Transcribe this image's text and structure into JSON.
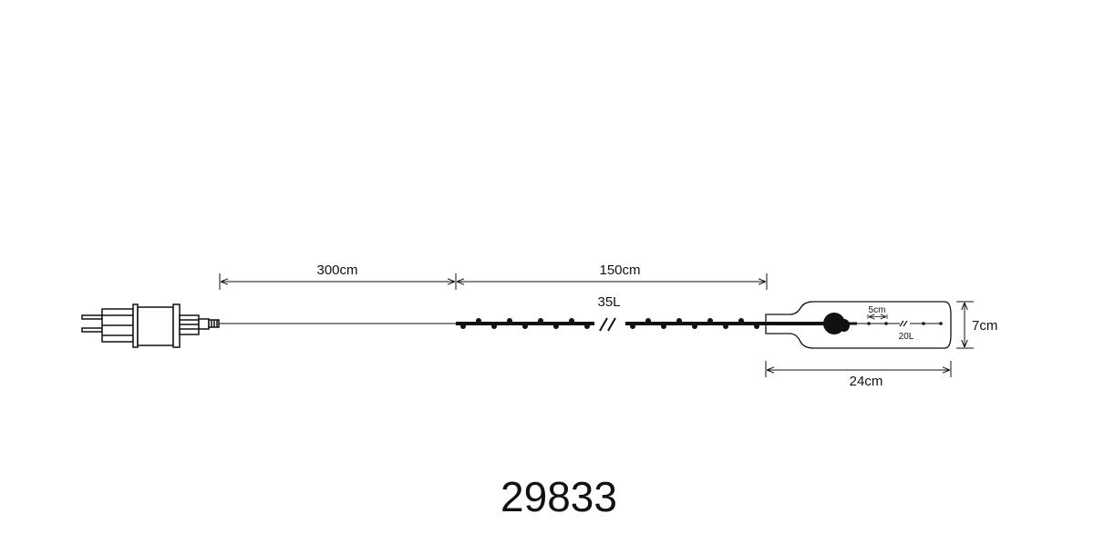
{
  "dimensions": {
    "lead_cable": "300cm",
    "lit_section": "150cm",
    "lit_bulb_count": "35L",
    "bottle_length": "24cm",
    "bottle_height": "7cm",
    "inner_spacing": "5cm",
    "inner_bulb_count": "20L"
  },
  "model_number": "29833",
  "colors": {
    "line": "#111111",
    "background": "#ffffff"
  }
}
